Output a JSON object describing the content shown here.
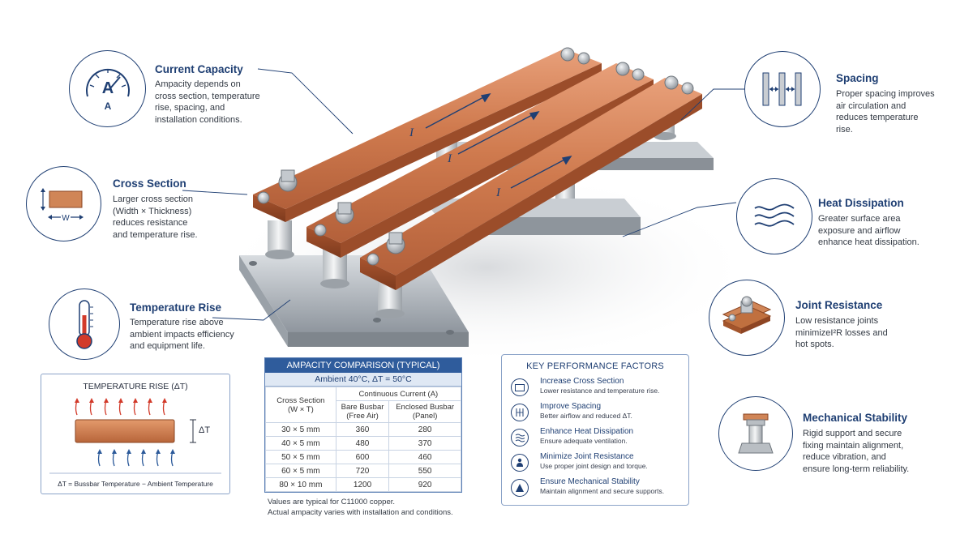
{
  "features": {
    "current_capacity": {
      "title": "Current Capacity",
      "desc": [
        "Ampacity depends on",
        "cross section, temperature",
        "rise, spacing, and",
        "installation conditions."
      ],
      "icon": "ammeter-icon",
      "icon_text_top": "A",
      "icon_text_bottom": "A"
    },
    "cross_section": {
      "title": "Cross Section",
      "desc": [
        "Larger cross section",
        "(Width × Thickness)",
        "reduces resistance",
        "and temperature rise."
      ],
      "icon": "cross-section-icon",
      "icon_label": "W"
    },
    "temperature_rise": {
      "title": "Temperature Rise",
      "desc": [
        "Temperature rise above",
        "ambient impacts efficiency",
        "and equipment life."
      ],
      "icon": "thermometer-icon"
    },
    "spacing": {
      "title": "Spacing",
      "desc": [
        "Proper spacing improves",
        "air circulation and",
        "reduces temperature",
        "rise."
      ],
      "icon": "spacing-icon"
    },
    "heat_dissipation": {
      "title": "Heat Dissipation",
      "desc": [
        "Greater surface area",
        "exposure and airflow",
        "enhance heat dissipation."
      ],
      "icon": "heat-waves-icon"
    },
    "joint_resistance": {
      "title": "Joint Resistance",
      "desc": [
        "Low resistance joints",
        "minimizeI²R losses and",
        "hot spots."
      ],
      "icon": "bolted-joint-icon"
    },
    "mechanical_stability": {
      "title": "Mechanical Stability",
      "desc": [
        "Rigid support and secure",
        "fixing maintain alignment,",
        "reduce vibration, and",
        "ensure long-term reliability."
      ],
      "icon": "insulator-support-icon"
    }
  },
  "current_label": "I",
  "ampacity_table": {
    "title": "AMPACITY COMPARISON (TYPICAL)",
    "subtitle": "Ambient 40°C, ΔT = 50°C",
    "col_section": [
      "Cross Section",
      "(W × T)"
    ],
    "col_group": "Continuous Current (A)",
    "col_bare": [
      "Bare Busbar",
      "(Free Air)"
    ],
    "col_enclosed": [
      "Enclosed Busbar",
      "(Panel)"
    ],
    "rows": [
      {
        "section": "30 × 5 mm",
        "bare": "360",
        "enclosed": "280"
      },
      {
        "section": "40 × 5 mm",
        "bare": "480",
        "enclosed": "370"
      },
      {
        "section": "50 × 5 mm",
        "bare": "600",
        "enclosed": "460"
      },
      {
        "section": "60 × 5 mm",
        "bare": "720",
        "enclosed": "550"
      },
      {
        "section": "80 × 10 mm",
        "bare": "1200",
        "enclosed": "920"
      }
    ],
    "notes": [
      "Values are typical for C11000 copper.",
      "Actual ampacity varies with installation and conditions."
    ]
  },
  "key_factors": {
    "title": "KEY PERFORMANCE FACTORS",
    "items": [
      {
        "name": "Increase Cross Section",
        "desc": "Lower resistance and temperature rise.",
        "icon": "rectangle-icon"
      },
      {
        "name": "Improve Spacing",
        "desc": "Better airflow and reduced ΔT.",
        "icon": "spacing-icon"
      },
      {
        "name": "Enhance Heat Dissipation",
        "desc": "Ensure adequate ventilation.",
        "icon": "waves-icon"
      },
      {
        "name": "Minimize Joint Resistance",
        "desc": "Use proper joint design and torque.",
        "icon": "person-icon"
      },
      {
        "name": "Ensure Mechanical Stability",
        "desc": "Maintain alignment and secure supports.",
        "icon": "mountain-icon"
      }
    ]
  },
  "temp_rise_box": {
    "title": "TEMPERATURE RISE (ΔT)",
    "delta_label": "ΔT",
    "formula": "ΔT = Bussbar Temperature − Ambient Temperature"
  },
  "colors": {
    "navy": "#1f3f73",
    "copper": "#c8754a",
    "table_header": "#2f5c9c",
    "heat_red": "#d23a2a",
    "cool_blue": "#2c5a9a"
  }
}
